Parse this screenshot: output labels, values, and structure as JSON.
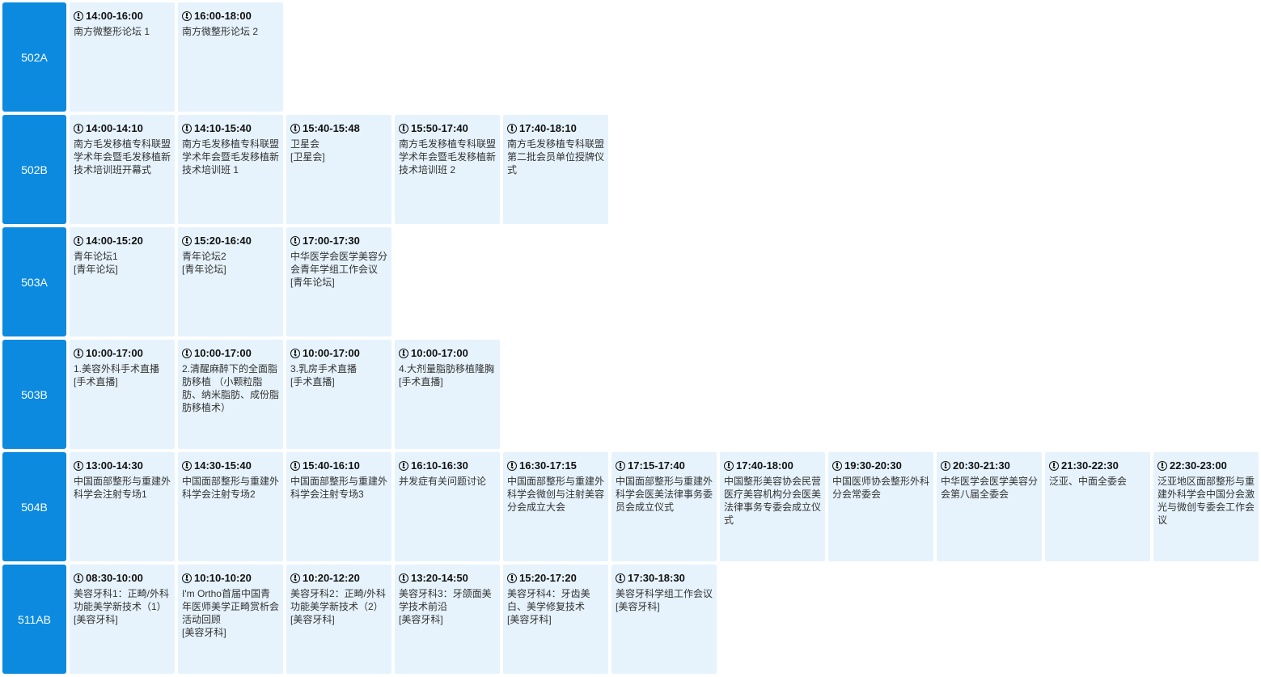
{
  "rooms": [
    {
      "name": "502A",
      "sessions": [
        {
          "time": "14:00-16:00",
          "title": "南方微整形论坛 1",
          "tag": ""
        },
        {
          "time": "16:00-18:00",
          "title": "南方微整形论坛 2",
          "tag": ""
        }
      ]
    },
    {
      "name": "502B",
      "sessions": [
        {
          "time": "14:00-14:10",
          "title": "南方毛发移植专科联盟学术年会暨毛发移植新技术培训班开幕式",
          "tag": ""
        },
        {
          "time": "14:10-15:40",
          "title": "南方毛发移植专科联盟学术年会暨毛发移植新技术培训班 1",
          "tag": ""
        },
        {
          "time": "15:40-15:48",
          "title": "卫星会",
          "tag": "[卫星会]"
        },
        {
          "time": "15:50-17:40",
          "title": "南方毛发移植专科联盟学术年会暨毛发移植新技术培训班 2",
          "tag": ""
        },
        {
          "time": "17:40-18:10",
          "title": "南方毛发移植专科联盟第二批会员单位授牌仪式",
          "tag": ""
        }
      ]
    },
    {
      "name": "503A",
      "sessions": [
        {
          "time": "14:00-15:20",
          "title": "青年论坛1",
          "tag": "[青年论坛]"
        },
        {
          "time": "15:20-16:40",
          "title": "青年论坛2",
          "tag": "[青年论坛]"
        },
        {
          "time": "17:00-17:30",
          "title": "中华医学会医学美容分会青年学组工作会议",
          "tag": "[青年论坛]"
        }
      ]
    },
    {
      "name": "503B",
      "sessions": [
        {
          "time": "10:00-17:00",
          "title": "1.美容外科手术直播",
          "tag": "[手术直播]"
        },
        {
          "time": "10:00-17:00",
          "title": "2.清醒麻醉下的全面脂肪移植 （小颗粒脂肪、纳米脂肪、成份脂肪移植术）",
          "tag": ""
        },
        {
          "time": "10:00-17:00",
          "title": "3.乳房手术直播",
          "tag": "[手术直播]"
        },
        {
          "time": "10:00-17:00",
          "title": "4.大剂量脂肪移植隆胸",
          "tag": "[手术直播]"
        }
      ]
    },
    {
      "name": "504B",
      "sessions": [
        {
          "time": "13:00-14:30",
          "title": "中国面部整形与重建外科学会注射专场1",
          "tag": ""
        },
        {
          "time": "14:30-15:40",
          "title": "中国面部整形与重建外科学会注射专场2",
          "tag": ""
        },
        {
          "time": "15:40-16:10",
          "title": "中国面部整形与重建外科学会注射专场3",
          "tag": ""
        },
        {
          "time": "16:10-16:30",
          "title": "并发症有关问题讨论",
          "tag": ""
        },
        {
          "time": "16:30-17:15",
          "title": "中国面部整形与重建外科学会微创与注射美容分会成立大会",
          "tag": ""
        },
        {
          "time": "17:15-17:40",
          "title": "中国面部整形与重建外科学会医美法律事务委员会成立仪式",
          "tag": ""
        },
        {
          "time": "17:40-18:00",
          "title": "中国整形美容协会民营医疗美容机构分会医美法律事务专委会成立仪式",
          "tag": ""
        },
        {
          "time": "19:30-20:30",
          "title": "中国医师协会整形外科分会常委会",
          "tag": ""
        },
        {
          "time": "20:30-21:30",
          "title": "中华医学会医学美容分会第八届全委会",
          "tag": ""
        },
        {
          "time": "21:30-22:30",
          "title": "泛亚、中面全委会",
          "tag": ""
        },
        {
          "time": "22:30-23:00",
          "title": "泛亚地区面部整形与重建外科学会中国分会激光与微创专委会工作会议",
          "tag": ""
        }
      ]
    },
    {
      "name": "511AB",
      "sessions": [
        {
          "time": "08:30-10:00",
          "title": "美容牙科1：正畸/外科功能美学新技术（1）",
          "tag": "[美容牙科]"
        },
        {
          "time": "10:10-10:20",
          "title": "I'm Ortho首届中国青年医师美学正畸赏析会活动回顾",
          "tag": "[美容牙科]"
        },
        {
          "time": "10:20-12:20",
          "title": "美容牙科2：正畸/外科功能美学新技术（2）",
          "tag": "[美容牙科]"
        },
        {
          "time": "13:20-14:50",
          "title": "美容牙科3：牙颌面美学技术前沿",
          "tag": "[美容牙科]"
        },
        {
          "time": "15:20-17:20",
          "title": "美容牙科4：牙齿美白、美学修复技术",
          "tag": "[美容牙科]"
        },
        {
          "time": "17:30-18:30",
          "title": "美容牙科学组工作会议",
          "tag": "[美容牙科]"
        }
      ]
    }
  ]
}
